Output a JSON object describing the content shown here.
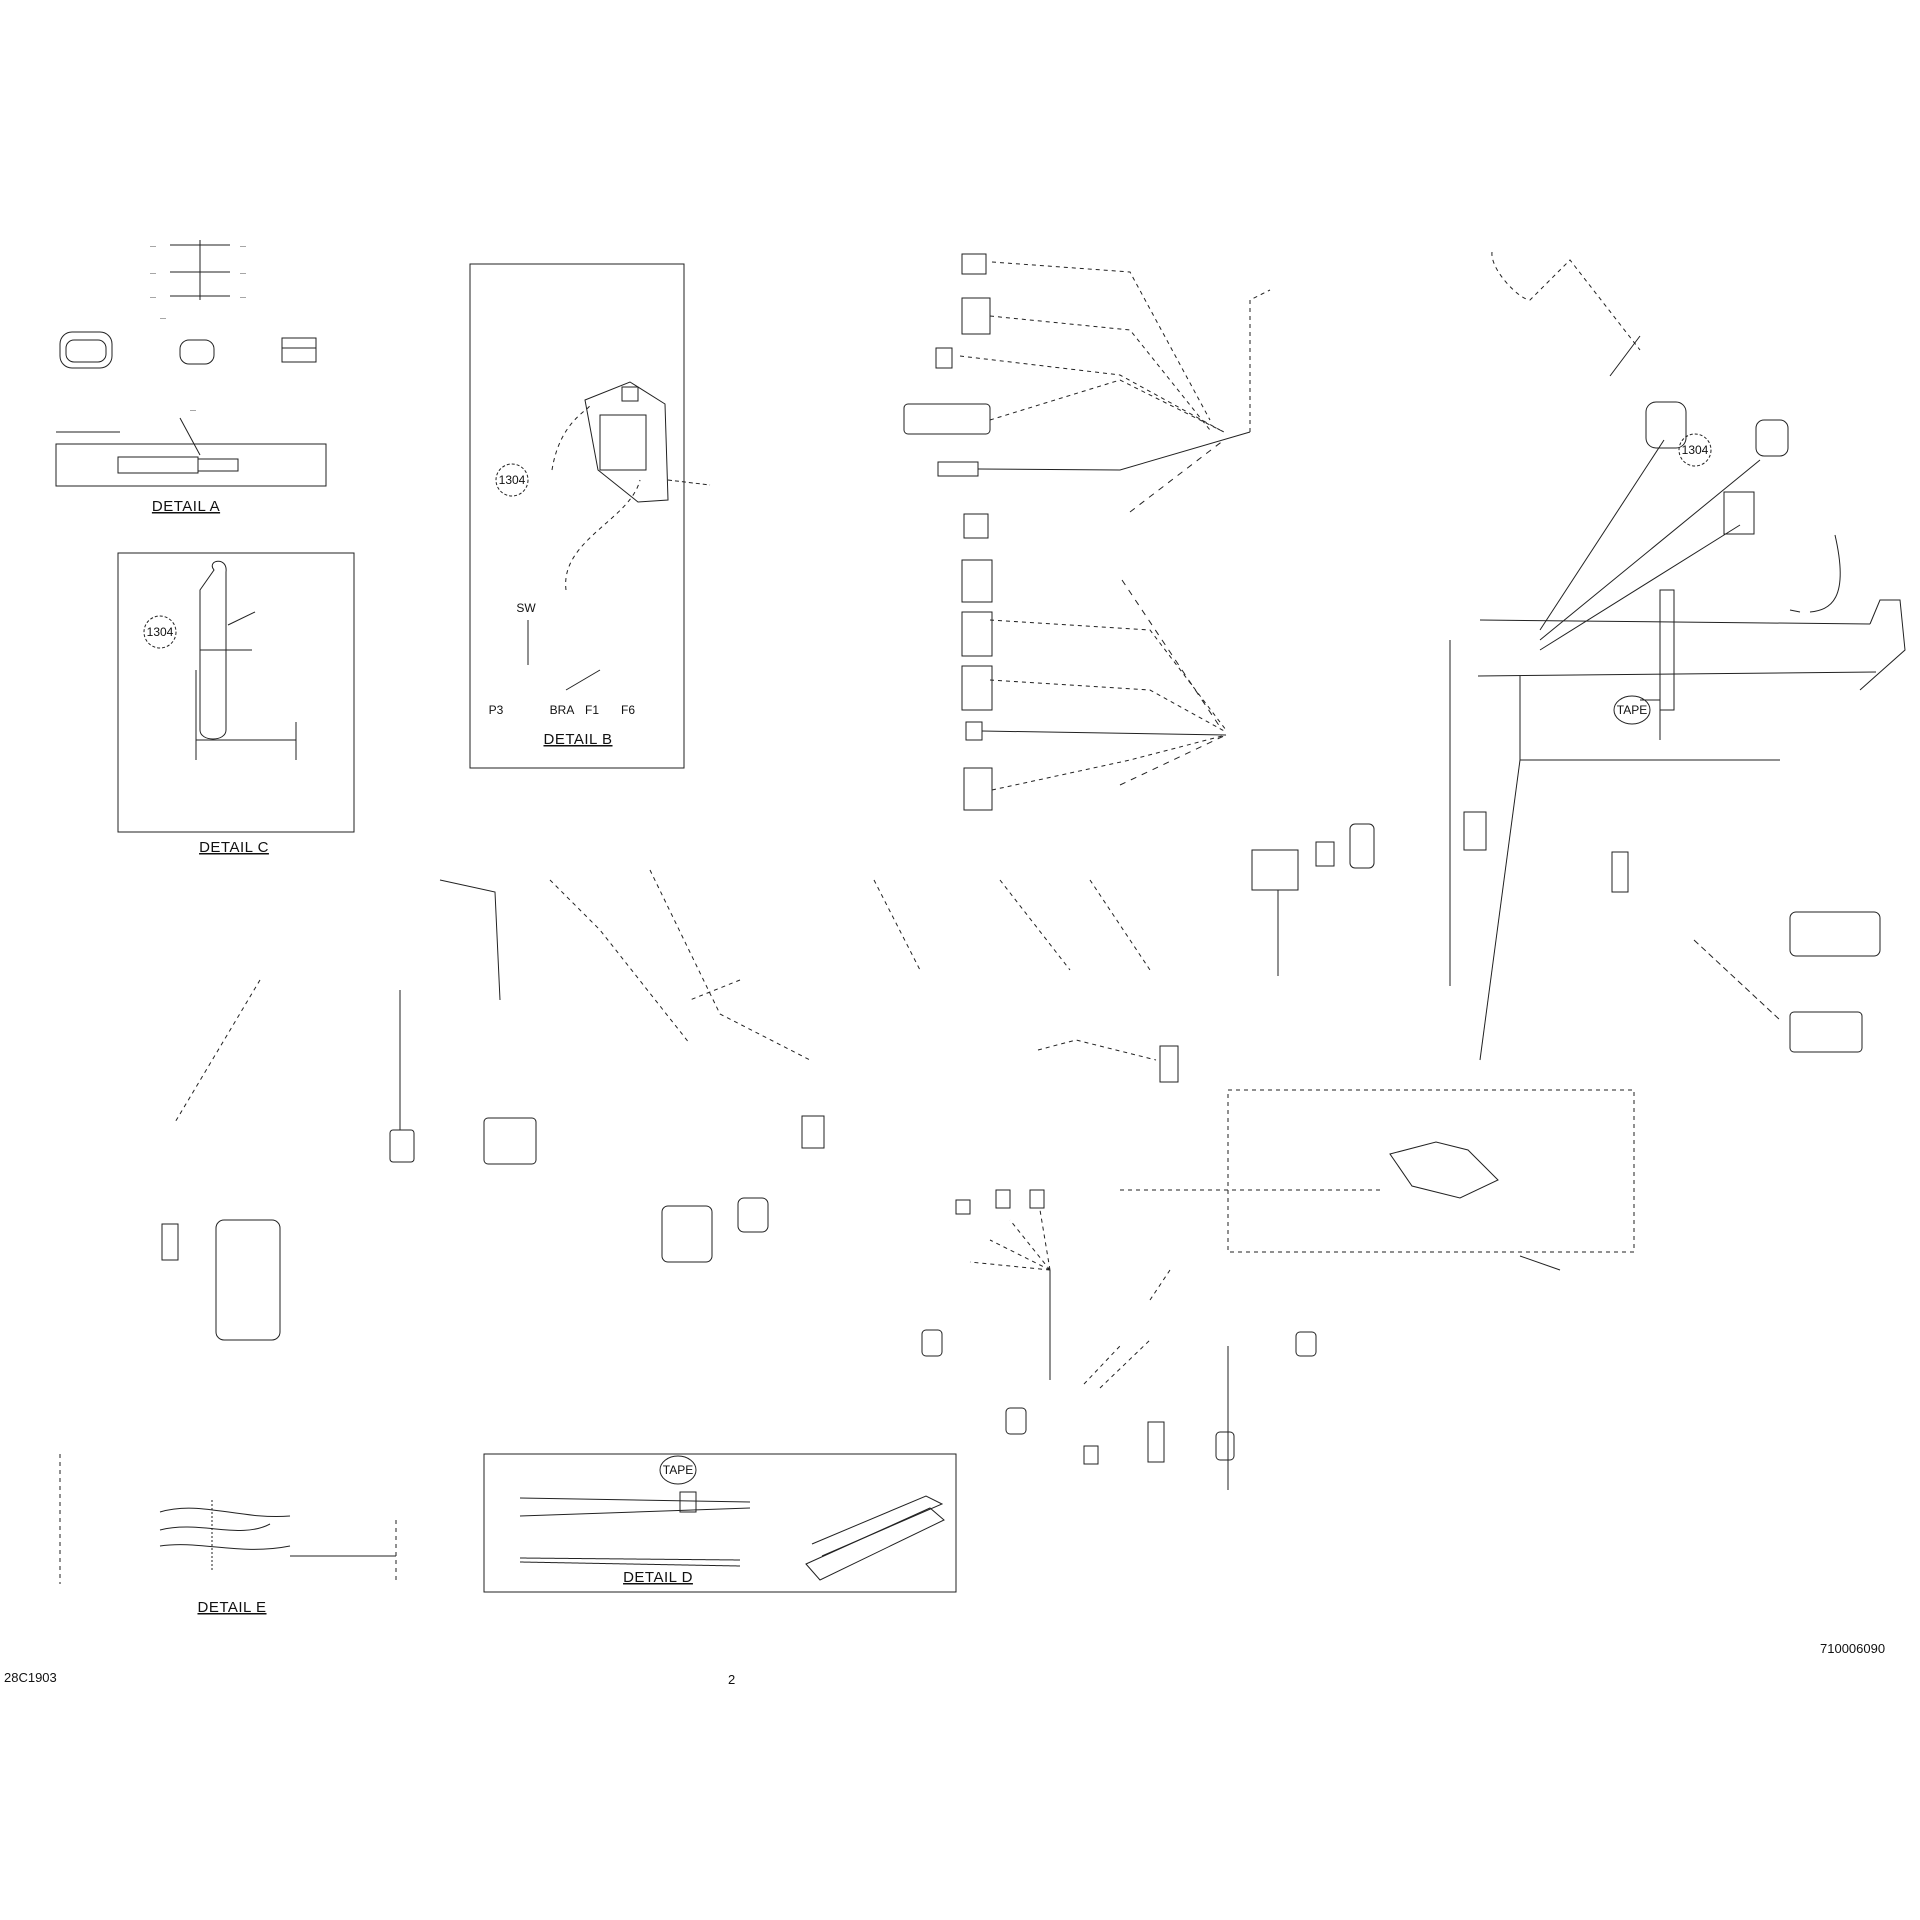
{
  "details": {
    "a": "DETAIL A",
    "b": "DETAIL B",
    "c": "DETAIL C",
    "d": "DETAIL D",
    "e": "DETAIL E"
  },
  "callouts": {
    "c1": "1304",
    "c2": "1304",
    "c3": "1304"
  },
  "tape": {
    "t1": "TAPE",
    "t2": "TAPE"
  },
  "pins": {
    "sw": "SW",
    "p1": "P3",
    "p2": "BRA",
    "p3": "F1",
    "p4": "F6"
  },
  "references": {
    "left": "28C1903",
    "right": "710006090",
    "mark": "2"
  }
}
